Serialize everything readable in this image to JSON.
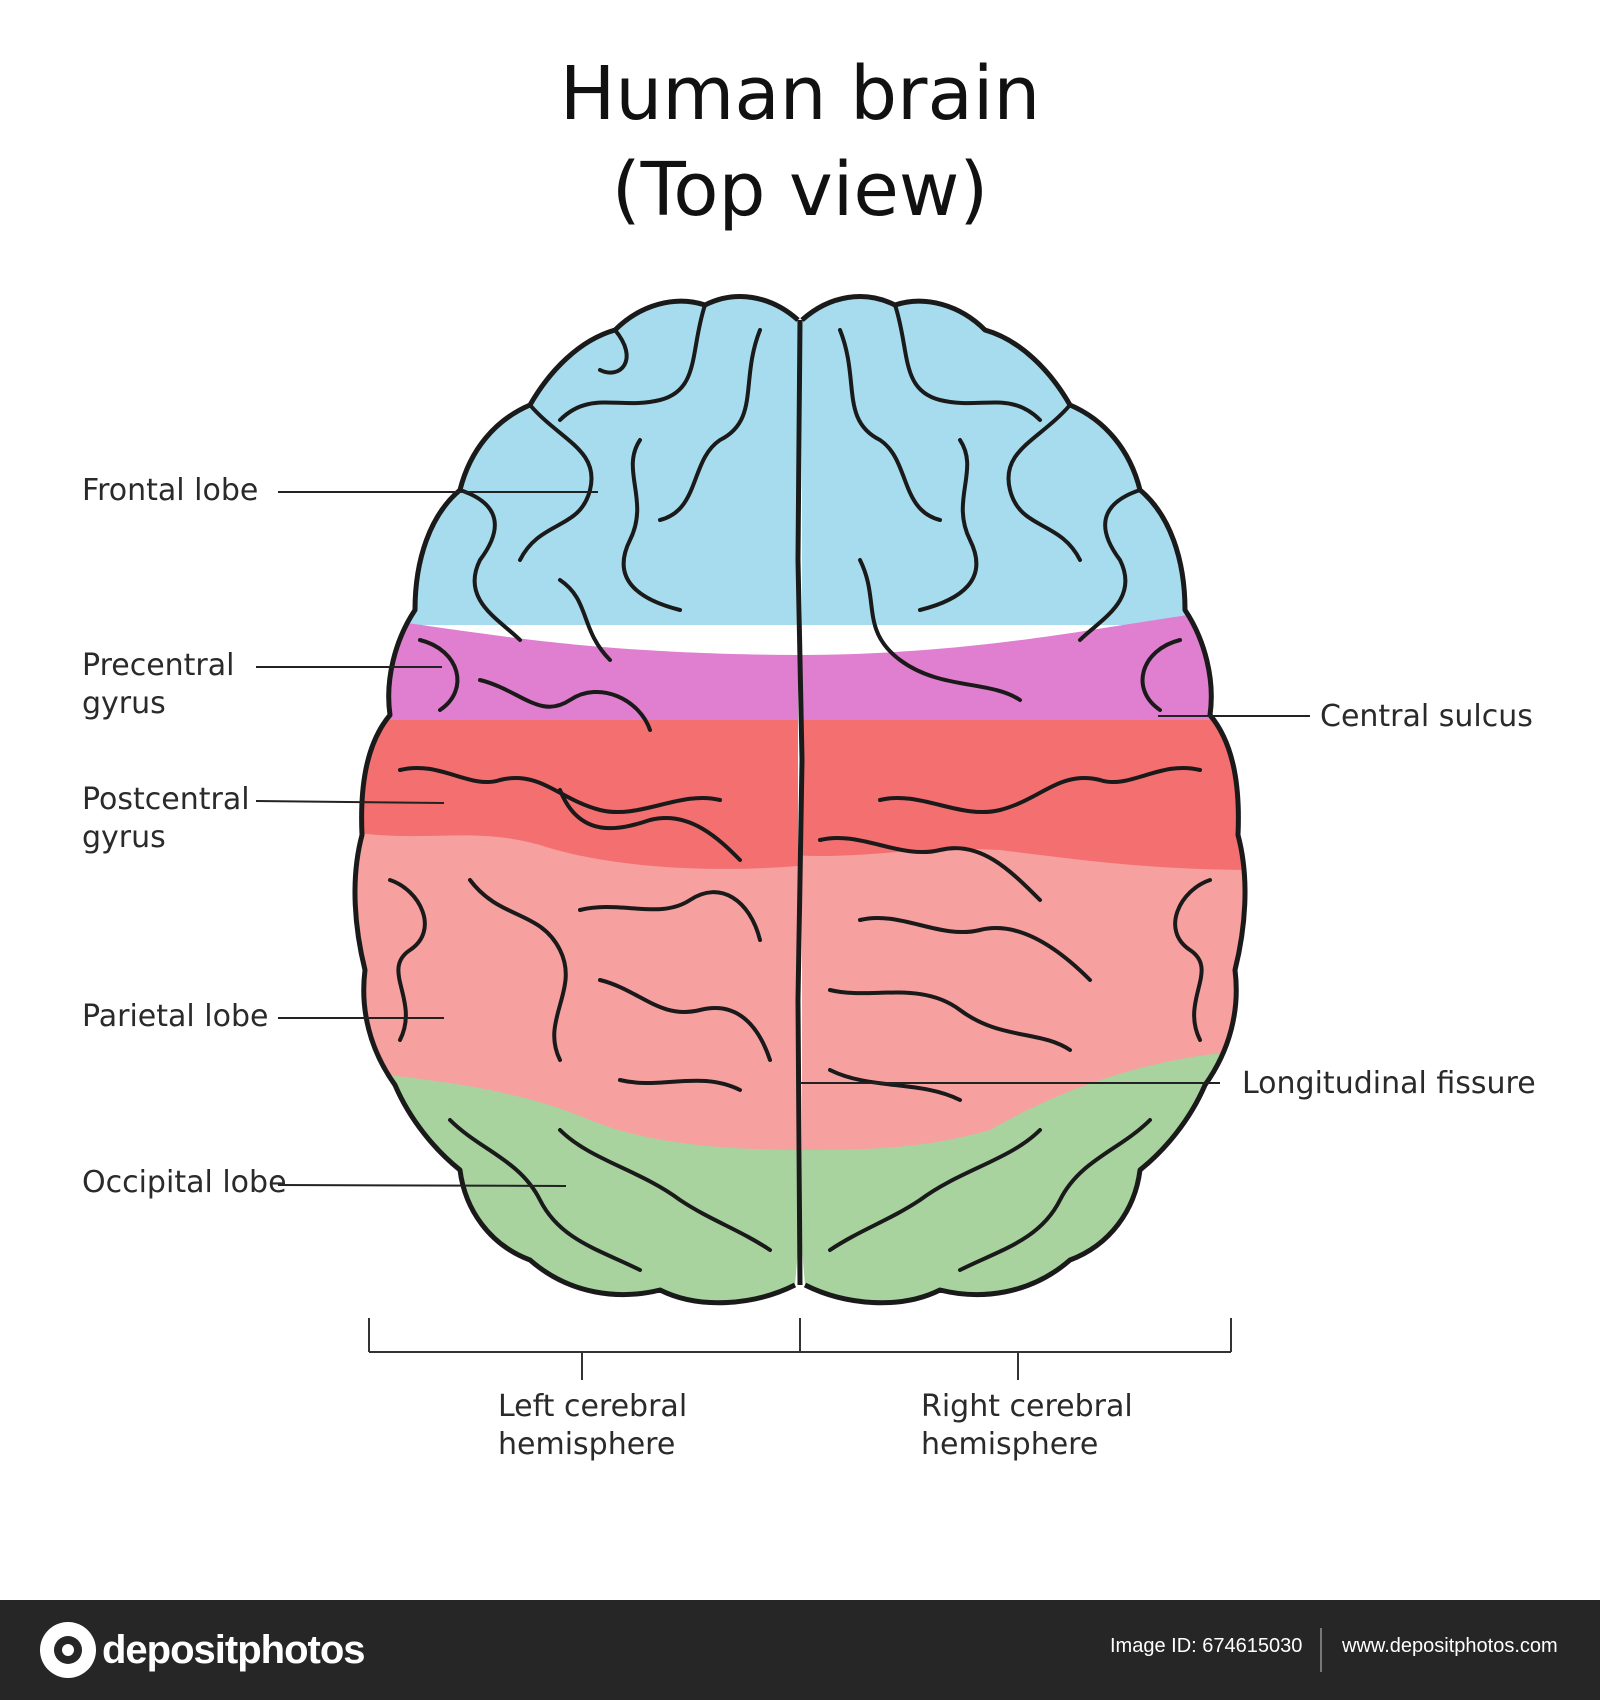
{
  "title": {
    "line1": "Human brain",
    "line2": "(Top view)"
  },
  "labels": {
    "frontal_lobe": "Frontal lobe",
    "precentral_gyrus": [
      "Precentral",
      "gyrus"
    ],
    "postcentral_gyrus": [
      "Postcentral",
      "gyrus"
    ],
    "parietal_lobe": "Parietal lobe",
    "occipital_lobe": "Occipital lobe",
    "central_sulcus": "Central sulcus",
    "longitudinal_fissure": "Longitudinal fissure",
    "left_hemisphere": [
      "Left cerebral",
      "hemisphere"
    ],
    "right_hemisphere": [
      "Right cerebral",
      "hemisphere"
    ]
  },
  "colors": {
    "frontal": "#a6dced",
    "precentral": "#e07fd0",
    "postcentral": "#f46f6f",
    "parietal": "#f7a0a0",
    "occipital": "#a8d39e",
    "outline": "#1a1a1a"
  },
  "footer": {
    "logo_text": "depositphotos",
    "image_id": "Image ID: 674615030",
    "url": "www.depositphotos.com"
  }
}
